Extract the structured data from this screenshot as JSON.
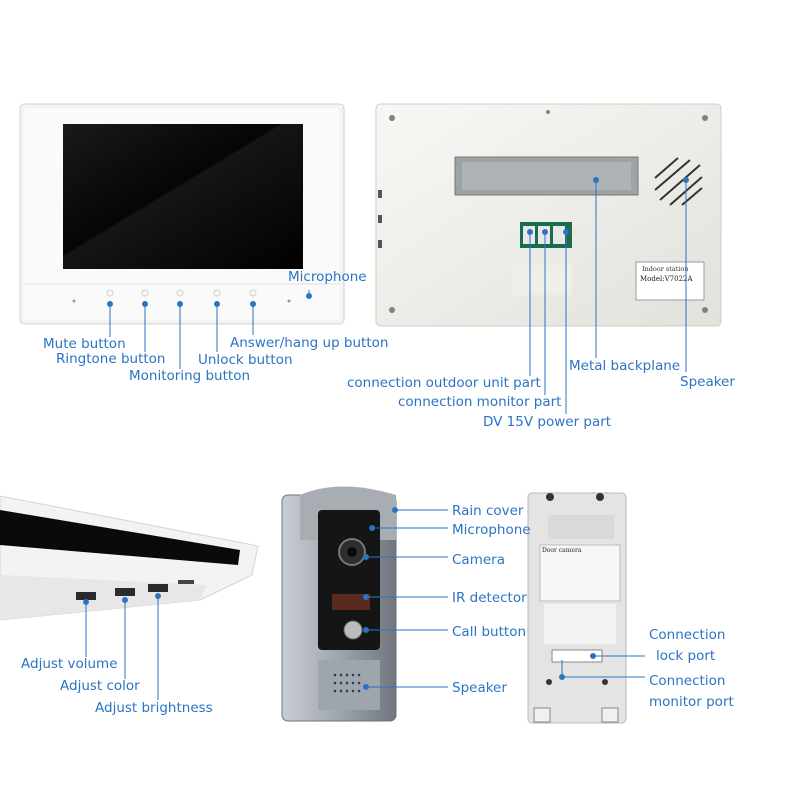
{
  "labels": {
    "microphone_top": "Microphone",
    "mute_button": "Mute button",
    "ringtone_button": "Ringtone button",
    "monitoring_button": "Monitoring button",
    "unlock_button": "Unlock button",
    "answer_button": "Answer/hang up button",
    "conn_outdoor": "connection outdoor unit part",
    "conn_monitor": "connection monitor part",
    "dv_power": "DV 15V power part",
    "metal_backplane": "Metal backplane",
    "speaker_top": "Speaker",
    "adjust_volume": "Adjust volume",
    "adjust_color": "Adjust color",
    "adjust_brightness": "Adjust brightness",
    "rain_cover": "Rain cover",
    "microphone_bottom": "Microphone",
    "camera": "Camera",
    "ir_detector": "IR detector",
    "call_button": "Call button",
    "speaker_bottom": "Speaker",
    "conn_lock_1": "Connection",
    "conn_lock_2": "lock port",
    "conn_monitor_port_1": "Connection",
    "conn_monitor_port_2": "monitor port"
  },
  "device_text": {
    "indoor_station": "Indoor station",
    "model": "Model:V7022A",
    "door_camera": "Door camera"
  },
  "colors": {
    "label": "#2b74c4",
    "leader": "#2b74c4",
    "screen": "#0b0b0b",
    "panel": "#f4f4f4",
    "door_metal": "#9aa1a8"
  }
}
